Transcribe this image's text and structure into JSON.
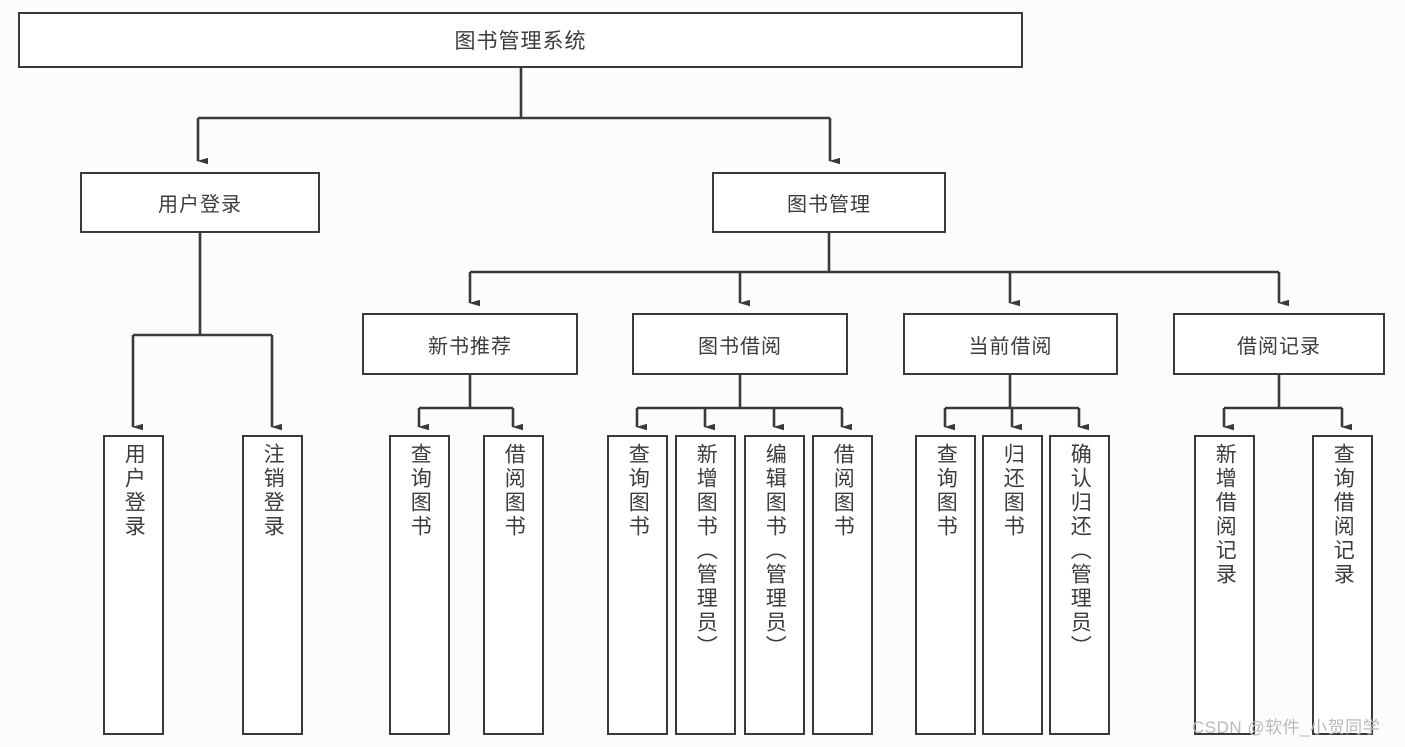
{
  "diagram": {
    "type": "tree",
    "title": "图书管理系统",
    "watermark": "CSDN @软件_小贺同学",
    "colors": {
      "stroke": "#3a3a3a",
      "box_fill": "#ffffff",
      "text": "#3c3c3c",
      "background": "#fcfcfc",
      "watermark": "#b9b9b9"
    },
    "nodes": {
      "root": {
        "label": "图书管理系统"
      },
      "level1": [
        {
          "id": "user-login",
          "label": "用户登录"
        },
        {
          "id": "book-management",
          "label": "图书管理"
        }
      ],
      "level2": [
        {
          "id": "new-book-recommend",
          "label": "新书推荐",
          "parent": "book-management"
        },
        {
          "id": "book-borrow",
          "label": "图书借阅",
          "parent": "book-management"
        },
        {
          "id": "current-borrow",
          "label": "当前借阅",
          "parent": "book-management"
        },
        {
          "id": "borrow-record",
          "label": "借阅记录",
          "parent": "book-management"
        }
      ],
      "leaves": [
        {
          "id": "leaf-user-login",
          "label": "用户登录",
          "parent": "user-login"
        },
        {
          "id": "leaf-logout",
          "label": "注销登录",
          "parent": "user-login"
        },
        {
          "id": "leaf-query-book-1",
          "label": "查询图书",
          "parent": "new-book-recommend"
        },
        {
          "id": "leaf-borrow-book-1",
          "label": "借阅图书",
          "parent": "new-book-recommend"
        },
        {
          "id": "leaf-query-book-2",
          "label": "查询图书",
          "parent": "book-borrow"
        },
        {
          "id": "leaf-add-book",
          "label": "新增图书（管理员）",
          "parent": "book-borrow"
        },
        {
          "id": "leaf-edit-book",
          "label": "编辑图书（管理员）",
          "parent": "book-borrow"
        },
        {
          "id": "leaf-borrow-book-2",
          "label": "借阅图书",
          "parent": "book-borrow"
        },
        {
          "id": "leaf-query-book-3",
          "label": "查询图书",
          "parent": "current-borrow"
        },
        {
          "id": "leaf-return-book",
          "label": "归还图书",
          "parent": "current-borrow"
        },
        {
          "id": "leaf-confirm-return",
          "label": "确认归还（管理员）",
          "parent": "current-borrow"
        },
        {
          "id": "leaf-add-record",
          "label": "新增借阅记录",
          "parent": "borrow-record"
        },
        {
          "id": "leaf-query-record",
          "label": "查询借阅记录",
          "parent": "borrow-record"
        }
      ]
    }
  }
}
